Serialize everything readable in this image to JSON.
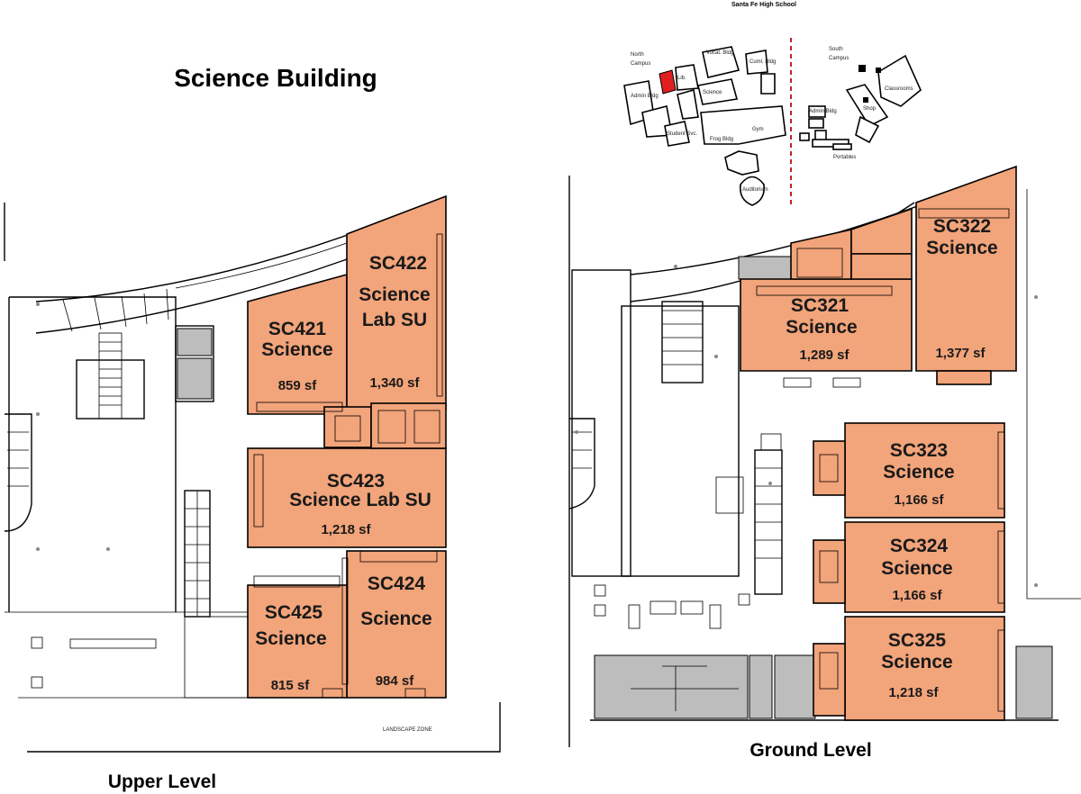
{
  "titles": {
    "main": "Science Building",
    "upper_level": "Upper Level",
    "ground_level": "Ground Level",
    "school": "Santa Fe High School",
    "north_campus": [
      "North",
      "Campus"
    ],
    "south_campus": [
      "South",
      "Campus"
    ],
    "landscape_note": "LANDSCAPE ZONE"
  },
  "colors": {
    "room_fill": "#F2A47A",
    "service_fill": "#BDBDBD",
    "highlight": "#E02020",
    "divider": "#C0202A"
  },
  "upper_rooms": [
    {
      "id": "SC421",
      "lines": [
        "SC421",
        "Science"
      ],
      "area": "859 sf"
    },
    {
      "id": "SC422",
      "lines": [
        "SC422",
        "Science",
        "Lab SU"
      ],
      "area": "1,340 sf"
    },
    {
      "id": "SC423",
      "lines": [
        "SC423",
        "Science Lab SU"
      ],
      "area": "1,218 sf"
    },
    {
      "id": "SC424",
      "lines": [
        "SC424",
        "Science"
      ],
      "area": "984 sf"
    },
    {
      "id": "SC425",
      "lines": [
        "SC425",
        "Science"
      ],
      "area": "815 sf"
    }
  ],
  "ground_rooms": [
    {
      "id": "SC321",
      "lines": [
        "SC321",
        "Science"
      ],
      "area": "1,289 sf"
    },
    {
      "id": "SC322",
      "lines": [
        "SC322",
        "Science"
      ],
      "area": "1,377 sf"
    },
    {
      "id": "SC323",
      "lines": [
        "SC323",
        "Science"
      ],
      "area": "1,166 sf"
    },
    {
      "id": "SC324",
      "lines": [
        "SC324",
        "Science"
      ],
      "area": "1,166 sf"
    },
    {
      "id": "SC325",
      "lines": [
        "SC325",
        "Science"
      ],
      "area": "1,218 sf"
    }
  ],
  "campus_buildings": [
    "Vocat. Bldg",
    "Cuml. Bldg",
    "Admin Bldg",
    "Lib.",
    "Science",
    "Student Svc.",
    "Frog Bldg",
    "Gym",
    "Admin Bldg",
    "Classrooms",
    "Shop",
    "Auditorium",
    "Portables"
  ]
}
